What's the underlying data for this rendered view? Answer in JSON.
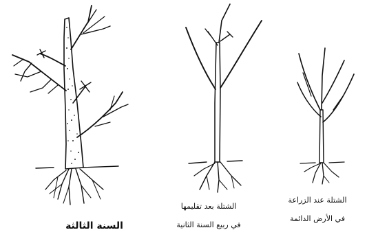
{
  "figure": {
    "ink_color": "#111111",
    "background": "#ffffff",
    "illustrations": [
      {
        "id": "third-year-tree",
        "icon": "pruned-tree-third-year-icon"
      },
      {
        "id": "second-year-seedling",
        "icon": "pruned-seedling-second-spring-icon"
      },
      {
        "id": "planting-seedling",
        "icon": "seedling-at-planting-icon"
      }
    ]
  },
  "captions": {
    "third_year": "السنة الثالثة",
    "second_year_line1": "الشتلة بعد تقليمها",
    "second_year_line2": "في ربيع السنة الثانية",
    "planting_line1": "الشتلة عند الزراعة",
    "planting_line2": "في الأرض الدائمة"
  }
}
